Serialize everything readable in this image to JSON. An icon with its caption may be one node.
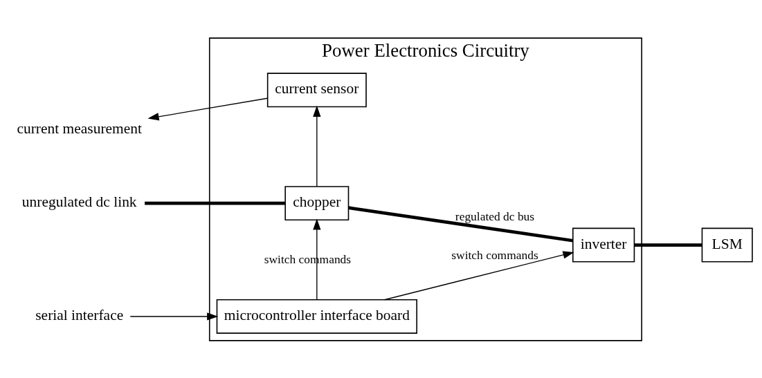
{
  "diagram": {
    "nodes": [
      {
        "text": [
          "Power Electronics Circuitry"
        ]
      },
      {
        "text": [
          "current sensor"
        ],
        "in": 0
      },
      {
        "text": [
          "chopper"
        ],
        "in": 0
      },
      {
        "text": [
          "inverter"
        ],
        "in": 0
      },
      {
        "text": [
          "microcontroller interface board"
        ],
        "in": 0
      },
      {
        "text": [
          "LSM"
        ]
      },
      {
        "text": [
          "current measurement"
        ]
      },
      {
        "text": [
          "unregulated dc link"
        ]
      },
      {
        "text": [
          "serial interface"
        ]
      }
    ],
    "edges": [
      {
        "from": 1,
        "to": 6,
        "arrow": "to"
      },
      {
        "from": 2,
        "to": 1,
        "arrow": "to"
      },
      {
        "from": 7,
        "to": 2,
        "arrow": "none",
        "style": "thick"
      },
      {
        "from": 2,
        "to": 3,
        "arrow": "none",
        "label": "regulated dc bus",
        "style": "thick"
      },
      {
        "from": 3,
        "to": 5,
        "arrow": "none",
        "style": "thick"
      },
      {
        "from": 4,
        "to": 2,
        "arrow": "to",
        "label": "switch commands"
      },
      {
        "from": 4,
        "to": 3,
        "arrow": "to",
        "label": "switch commands"
      },
      {
        "from": 8,
        "to": 4,
        "arrow": "to"
      }
    ]
  }
}
